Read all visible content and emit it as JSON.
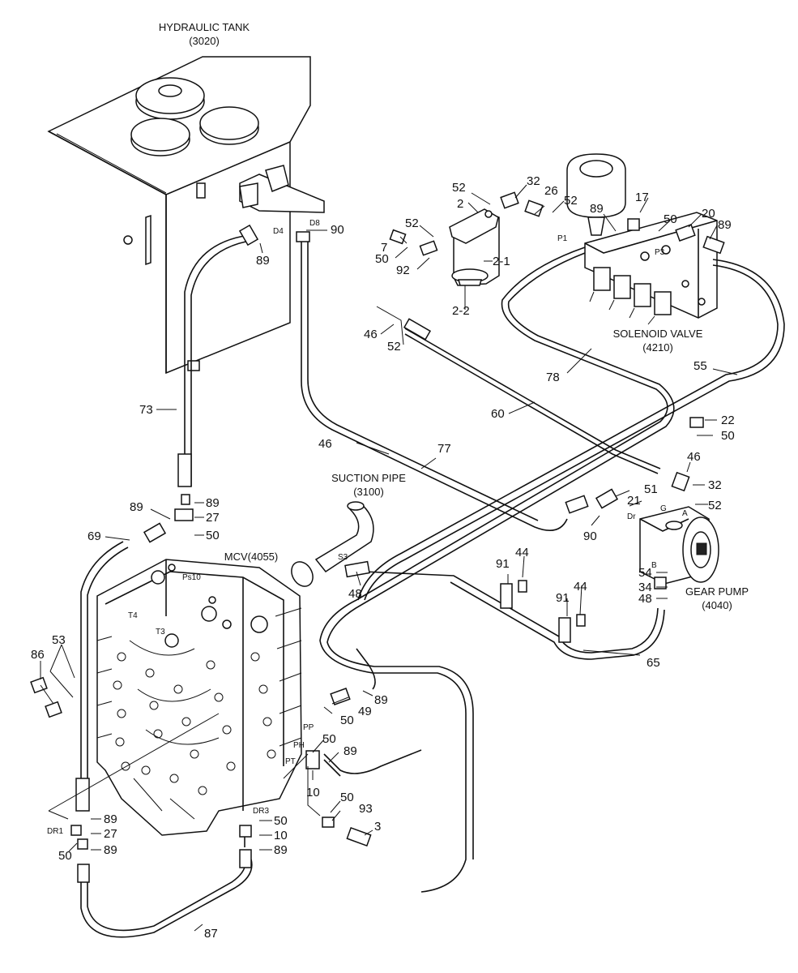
{
  "components": {
    "hydraulic_tank": {
      "name": "HYDRAULIC TANK",
      "code": "(3020)"
    },
    "solenoid_valve": {
      "name": "SOLENOID VALVE",
      "code": "(4210)"
    },
    "suction_pipe": {
      "name": "SUCTION PIPE",
      "code": "(3100)"
    },
    "mcv": {
      "name": "MCV(4055)"
    },
    "gear_pump": {
      "name": "GEAR PUMP",
      "code": "(4040)"
    }
  },
  "callouts": [
    {
      "id": "c-90a",
      "text": "90"
    },
    {
      "id": "c-89a",
      "text": "89"
    },
    {
      "id": "c-2",
      "text": "2"
    },
    {
      "id": "c-52a",
      "text": "52"
    },
    {
      "id": "c-32a",
      "text": "32"
    },
    {
      "id": "c-26",
      "text": "26"
    },
    {
      "id": "c-52b",
      "text": "52"
    },
    {
      "id": "c-89b",
      "text": "89"
    },
    {
      "id": "c-17",
      "text": "17"
    },
    {
      "id": "c-50a",
      "text": "50"
    },
    {
      "id": "c-20",
      "text": "20"
    },
    {
      "id": "c-89c",
      "text": "89"
    },
    {
      "id": "c-52c",
      "text": "52"
    },
    {
      "id": "c-7",
      "text": "7"
    },
    {
      "id": "c-50b",
      "text": "50"
    },
    {
      "id": "c-92",
      "text": "92"
    },
    {
      "id": "c-2-1",
      "text": "2-1"
    },
    {
      "id": "c-2-2",
      "text": "2-2"
    },
    {
      "id": "c-46a",
      "text": "46"
    },
    {
      "id": "c-52d",
      "text": "52"
    },
    {
      "id": "c-78",
      "text": "78"
    },
    {
      "id": "c-55",
      "text": "55"
    },
    {
      "id": "c-73",
      "text": "73"
    },
    {
      "id": "c-60",
      "text": "60"
    },
    {
      "id": "c-22",
      "text": "22"
    },
    {
      "id": "c-50c",
      "text": "50"
    },
    {
      "id": "c-46b",
      "text": "46"
    },
    {
      "id": "c-77",
      "text": "77"
    },
    {
      "id": "c-46c",
      "text": "46"
    },
    {
      "id": "c-32b",
      "text": "32"
    },
    {
      "id": "c-21",
      "text": "21"
    },
    {
      "id": "c-51",
      "text": "51"
    },
    {
      "id": "c-52e",
      "text": "52"
    },
    {
      "id": "c-89d",
      "text": "89"
    },
    {
      "id": "c-89e",
      "text": "89"
    },
    {
      "id": "c-27a",
      "text": "27"
    },
    {
      "id": "c-69",
      "text": "69"
    },
    {
      "id": "c-50d",
      "text": "50"
    },
    {
      "id": "c-90b",
      "text": "90"
    },
    {
      "id": "c-44a",
      "text": "44"
    },
    {
      "id": "c-91a",
      "text": "91"
    },
    {
      "id": "c-48a",
      "text": "48"
    },
    {
      "id": "c-54",
      "text": "54"
    },
    {
      "id": "c-34",
      "text": "34"
    },
    {
      "id": "c-48b",
      "text": "48"
    },
    {
      "id": "c-44b",
      "text": "44"
    },
    {
      "id": "c-91b",
      "text": "91"
    },
    {
      "id": "c-53",
      "text": "53"
    },
    {
      "id": "c-86",
      "text": "86"
    },
    {
      "id": "c-65",
      "text": "65"
    },
    {
      "id": "c-89f",
      "text": "89"
    },
    {
      "id": "c-50e",
      "text": "50"
    },
    {
      "id": "c-49",
      "text": "49"
    },
    {
      "id": "c-50f",
      "text": "50"
    },
    {
      "id": "c-89g",
      "text": "89"
    },
    {
      "id": "c-10a",
      "text": "10"
    },
    {
      "id": "c-50g",
      "text": "50"
    },
    {
      "id": "c-93",
      "text": "93"
    },
    {
      "id": "c-3",
      "text": "3"
    },
    {
      "id": "c-89h",
      "text": "89"
    },
    {
      "id": "c-27b",
      "text": "27"
    },
    {
      "id": "c-50h",
      "text": "50"
    },
    {
      "id": "c-89i",
      "text": "89"
    },
    {
      "id": "c-50i",
      "text": "50"
    },
    {
      "id": "c-10b",
      "text": "10"
    },
    {
      "id": "c-89j",
      "text": "89"
    },
    {
      "id": "c-87",
      "text": "87"
    }
  ],
  "port_tags": {
    "d4": "D4",
    "d8": "D8",
    "p1": "P1",
    "p3": "P3",
    "ps10": "Ps10",
    "t4": "T4",
    "t3": "T3",
    "s3": "S3",
    "dr": "Dr",
    "g": "G",
    "a": "A",
    "b": "B",
    "pp": "PP",
    "ph": "PH",
    "pt": "PT",
    "dr3": "DR3",
    "dr1": "DR1"
  }
}
